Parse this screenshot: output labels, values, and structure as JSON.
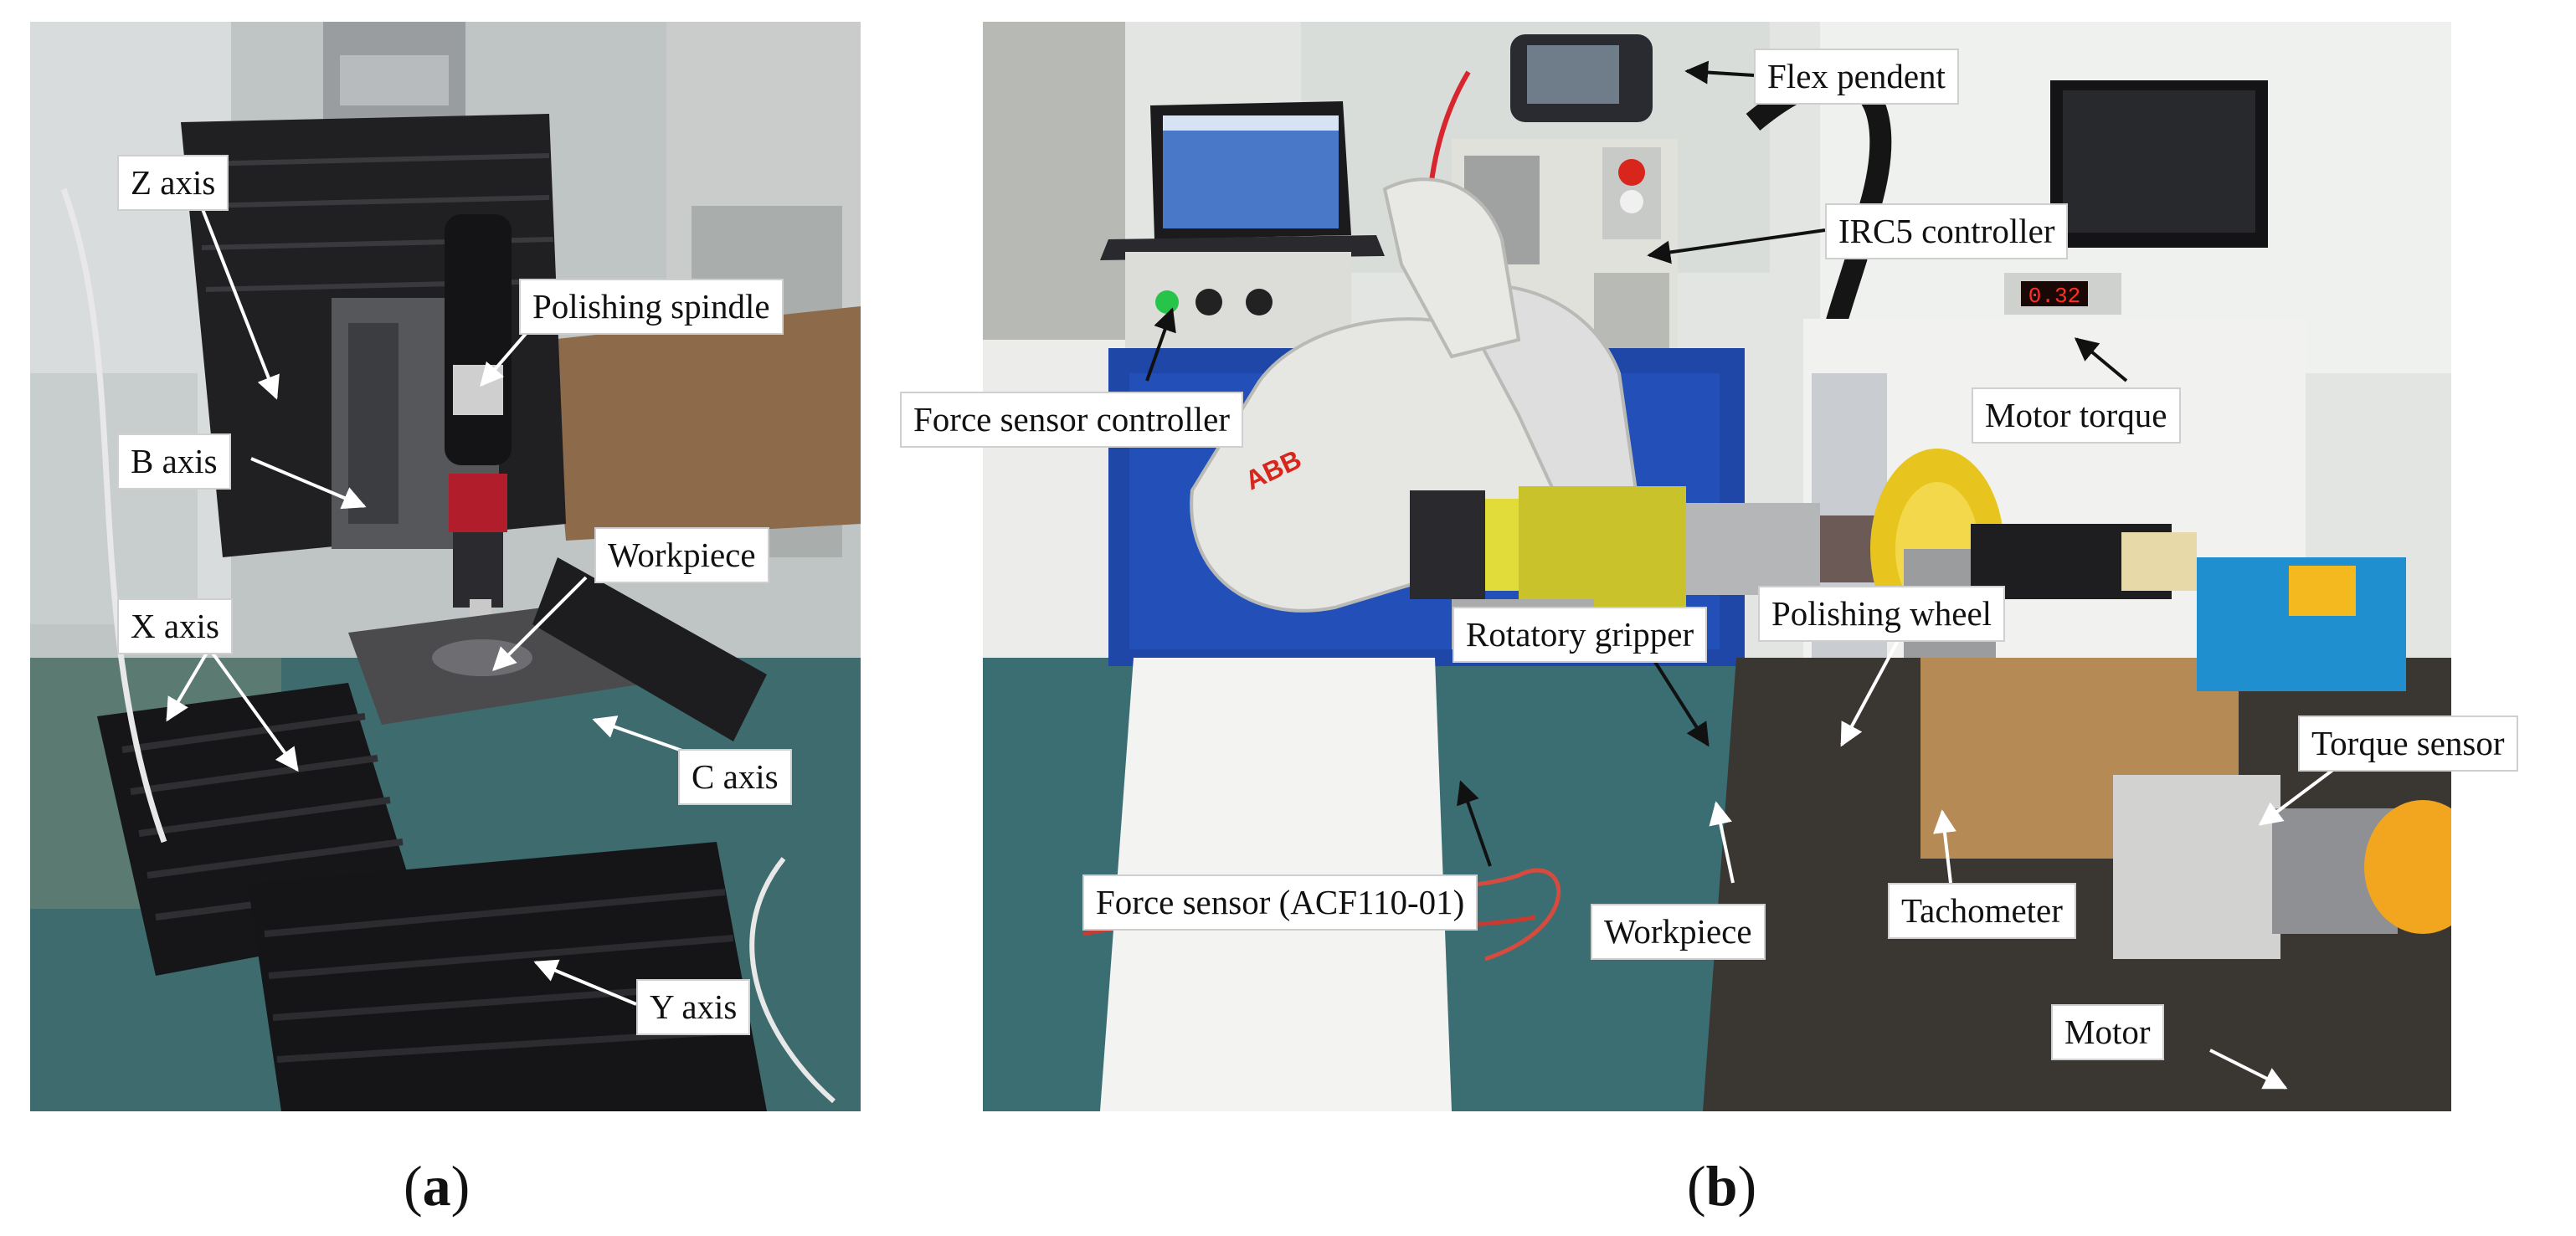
{
  "panels": {
    "a": {
      "label_open": "(",
      "label_letter": "a",
      "label_close": ")",
      "callouts": {
        "z_axis": "Z axis",
        "polishing_spindle": "Polishing spindle",
        "b_axis": "B axis",
        "workpiece": "Workpiece",
        "x_axis": "X axis",
        "c_axis": "C axis",
        "y_axis": "Y axis"
      }
    },
    "b": {
      "label_open": "(",
      "label_letter": "b",
      "label_close": ")",
      "callouts": {
        "flex_pendent": "Flex pendent",
        "irc5_controller": "IRC5 controller",
        "force_sensor_controller": "Force sensor controller",
        "motor_torque": "Motor torque",
        "rotatory_gripper": "Rotatory gripper",
        "polishing_wheel": "Polishing wheel",
        "torque_sensor": "Torque sensor",
        "force_sensor": "Force sensor (ACF110-01)",
        "workpiece": "Workpiece",
        "tachometer": "Tachometer",
        "motor": "Motor"
      }
    }
  },
  "colors": {
    "robot_white": "#e6e6e3",
    "machine_black": "#1c1c1e",
    "floor_teal": "#3f6f72",
    "cabinet_blue": "#1f47a8",
    "gripper_yellow": "#c9c22a",
    "motor_orange": "#f2a51e",
    "display_red": "#ff3020",
    "estop_red": "#d9261c"
  }
}
